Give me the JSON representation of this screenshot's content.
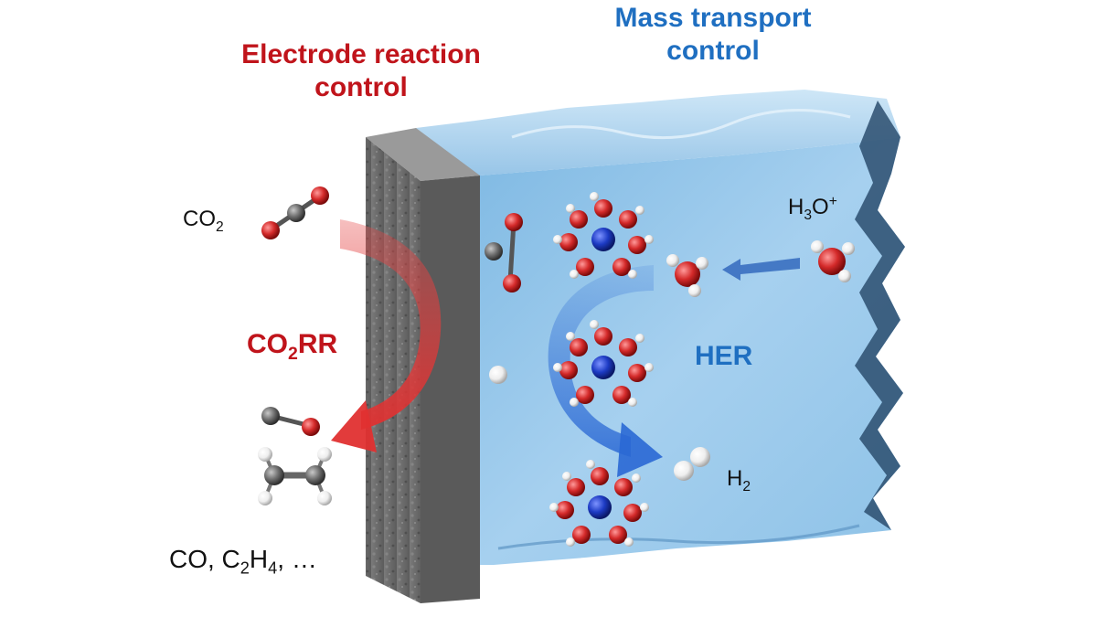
{
  "titles": {
    "electrode_line1": "Electrode reaction",
    "electrode_line2": "control",
    "mass_line1": "Mass transport",
    "mass_line2": "control"
  },
  "labels": {
    "co2_base": "CO",
    "co2_sub": "2",
    "co2rr_a": "CO",
    "co2rr_sub": "2",
    "co2rr_b": "RR",
    "products_a": "CO, C",
    "products_sub": "2",
    "products_b": "H",
    "products_sub2": "4",
    "products_c": ", …",
    "h3o_a": "H",
    "h3o_sub": "3",
    "h3o_b": "O",
    "h3o_sup": "+",
    "her": "HER",
    "h2_a": "H",
    "h2_sub": "2"
  },
  "colors": {
    "red_accent": "#c0141b",
    "blue_accent": "#1f6fc1",
    "electrode": "#6b6b6b",
    "electrolyte": "#8fc3e6",
    "oxygen": "#d42a2a",
    "carbon": "#6e6e6e",
    "hydrogen": "#f2f2f2",
    "cation": "#1d3bc4"
  }
}
